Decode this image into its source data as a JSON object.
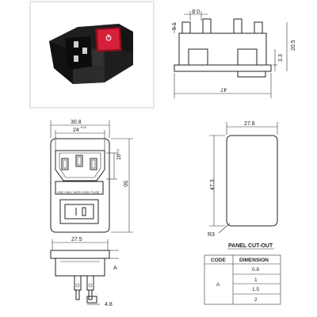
{
  "product_photo": {
    "alt": "IEC C14 power inlet with fuse holder and red rocker switch",
    "body_color": "#1b1b1b",
    "switch_color": "#d6203a"
  },
  "side_view": {
    "dim_top": "0.8",
    "dim_left": "9.1",
    "dim_right_inner": "3.3",
    "dim_right_outer": "20.5",
    "dim_bottom": "47"
  },
  "front_view": {
    "dim_width": "30.8",
    "dim_socket": "24",
    "dim_socket_tol": "+0.5",
    "dim_height_inner": "16",
    "dim_height_inner_tol": "+0.5",
    "dim_height": "50",
    "fuse_label": "USE ONLY WITH 250V FUSE"
  },
  "bottom_view": {
    "dim_width": "27.5",
    "dim_pin": "4.8",
    "dim_a": "A"
  },
  "panel_cutout": {
    "dim_width": "27.8",
    "dim_height": "47.3",
    "dim_radius": "R3",
    "title": "PANEL CUT-OUT"
  },
  "table": {
    "col_code": "CODE",
    "col_dimension": "DIMENSION",
    "code": "A",
    "values": [
      "0.8",
      "1",
      "1.5",
      "2"
    ]
  }
}
